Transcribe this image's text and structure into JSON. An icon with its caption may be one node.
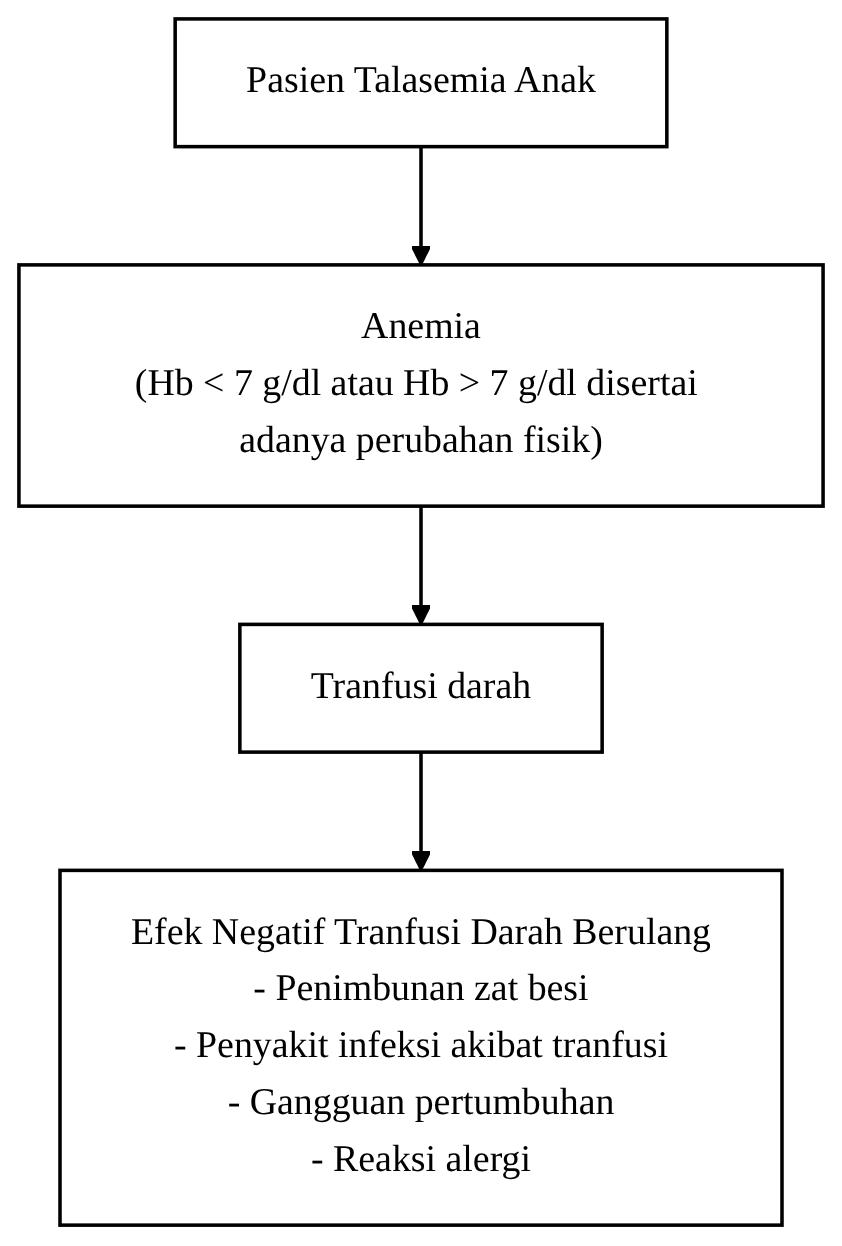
{
  "diagram": {
    "nodes": [
      {
        "text": [
          "Pasien Talasemia Anak"
        ]
      },
      {
        "text": [
          "Anemia",
          "(Hb < 7 g/dl atau Hb > 7 g/dl disertai adanya perubahan fisik)"
        ]
      },
      {
        "text": [
          "Tranfusi darah"
        ]
      },
      {
        "text": [
          "Efek Negatif Tranfusi Darah Berulang",
          "- Penimbunan zat besi",
          "- Penyakit infeksi akibat tranfusi",
          "- Gangguan pertumbuhan",
          "- Reaksi alergi"
        ]
      }
    ],
    "edges": [
      {
        "from": 0,
        "to": 1,
        "arrow": "to"
      },
      {
        "from": 1,
        "to": 2,
        "arrow": "to"
      },
      {
        "from": 2,
        "to": 3,
        "arrow": "to"
      }
    ]
  }
}
